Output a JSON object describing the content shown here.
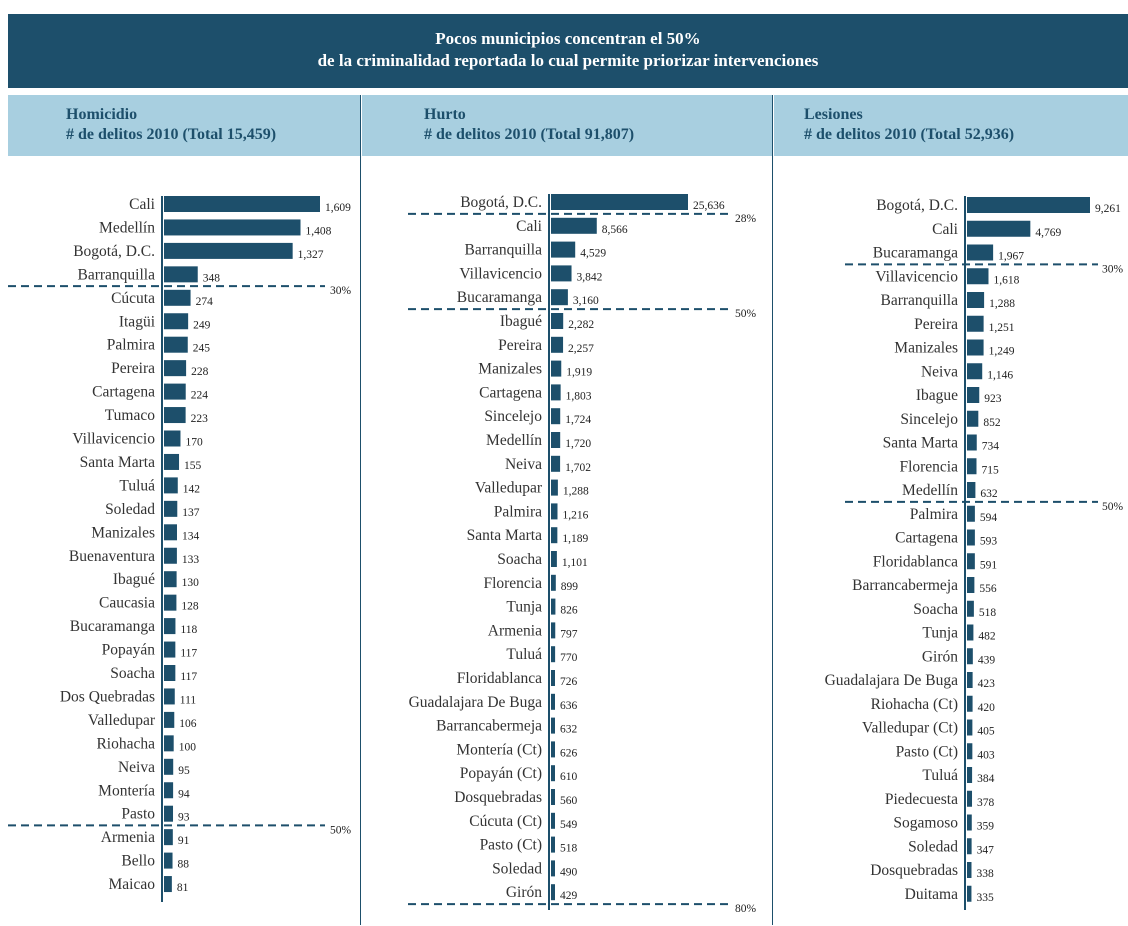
{
  "title_line1": "Pocos municipios concentran el 50%",
  "title_line2": "de la criminalidad reportada lo cual permite priorizar intervenciones",
  "colors": {
    "bar": "#1d4f6b",
    "header_bg": "#a8cfe0",
    "banner_bg": "#1d4f6b",
    "text": "#333333"
  },
  "chart_data": [
    {
      "type": "bar",
      "orientation": "horizontal",
      "title": "Homicidio",
      "subtitle": "# de delitos 2010 (Total 15,459)",
      "categories": [
        "Cali",
        "Medellín",
        "Bogotá, D.C.",
        "Barranquilla",
        "Cúcuta",
        "Itagüi",
        "Palmira",
        "Pereira",
        "Cartagena",
        "Tumaco",
        "Villavicencio",
        "Santa Marta",
        "Tuluá",
        "Soledad",
        "Manizales",
        "Buenaventura",
        "Ibagué",
        "Caucasia",
        "Bucaramanga",
        "Popayán",
        "Soacha",
        "Dos Quebradas",
        "Valledupar",
        "Riohacha",
        "Neiva",
        "Montería",
        "Pasto",
        "Armenia",
        "Bello",
        "Maicao"
      ],
      "values": [
        1609,
        1408,
        1327,
        348,
        274,
        249,
        245,
        228,
        224,
        223,
        170,
        155,
        142,
        137,
        134,
        133,
        130,
        128,
        118,
        117,
        117,
        111,
        106,
        100,
        95,
        94,
        93,
        91,
        88,
        81
      ],
      "value_labels": [
        "1,609",
        "1,408",
        "1,327",
        "348",
        "274",
        "249",
        "245",
        "228",
        "224",
        "223",
        "170",
        "155",
        "142",
        "137",
        "134",
        "133",
        "130",
        "128",
        "118",
        "117",
        "117",
        "111",
        "106",
        "100",
        "95",
        "94",
        "93",
        "91",
        "88",
        "81"
      ],
      "thresholds": [
        {
          "after_index": 3,
          "label": "30%"
        },
        {
          "after_index": 26,
          "label": "50%"
        }
      ]
    },
    {
      "type": "bar",
      "orientation": "horizontal",
      "title": "Hurto",
      "subtitle": "# de delitos 2010 (Total 91,807)",
      "categories": [
        "Bogotá, D.C.",
        "Cali",
        "Barranquilla",
        "Villavicencio",
        "Bucaramanga",
        "Ibagué",
        "Pereira",
        "Manizales",
        "Cartagena",
        "Sincelejo",
        "Medellín",
        "Neiva",
        "Valledupar",
        "Palmira",
        "Santa Marta",
        "Soacha",
        "Florencia",
        "Tunja",
        "Armenia",
        "Tuluá",
        "Floridablanca",
        "Guadalajara De Buga",
        "Barrancabermeja",
        "Montería (Ct)",
        "Popayán (Ct)",
        "Dosquebradas",
        "Cúcuta (Ct)",
        "Pasto (Ct)",
        "Soledad",
        "Girón"
      ],
      "values": [
        25636,
        8566,
        4529,
        3842,
        3160,
        2282,
        2257,
        1919,
        1803,
        1724,
        1720,
        1702,
        1288,
        1216,
        1189,
        1101,
        899,
        826,
        797,
        770,
        726,
        636,
        632,
        626,
        610,
        560,
        549,
        518,
        490,
        429
      ],
      "value_labels": [
        "25,636",
        "8,566",
        "4,529",
        "3,842",
        "3,160",
        "2,282",
        "2,257",
        "1,919",
        "1,803",
        "1,724",
        "1,720",
        "1,702",
        "1,288",
        "1,216",
        "1,189",
        "1,101",
        "899",
        "826",
        "797",
        "770",
        "726",
        "636",
        "632",
        "626",
        "610",
        "560",
        "549",
        "518",
        "490",
        "429"
      ],
      "thresholds": [
        {
          "after_index": 0,
          "label": "28%"
        },
        {
          "after_index": 4,
          "label": "50%"
        },
        {
          "after_index": 29,
          "label": "80%"
        }
      ]
    },
    {
      "type": "bar",
      "orientation": "horizontal",
      "title": "Lesiones",
      "subtitle": "# de delitos 2010 (Total 52,936)",
      "categories": [
        "Bogotá, D.C.",
        "Cali",
        "Bucaramanga",
        "Villavicencio",
        "Barranquilla",
        "Pereira",
        "Manizales",
        "Neiva",
        "Ibague",
        "Sincelejo",
        "Santa Marta",
        "Florencia",
        "Medellín",
        "Palmira",
        "Cartagena",
        "Floridablanca",
        "Barrancabermeja",
        "Soacha",
        "Tunja",
        "Girón",
        "Guadalajara De Buga",
        "Riohacha (Ct)",
        "Valledupar (Ct)",
        "Pasto (Ct)",
        "Tuluá",
        "Piedecuesta",
        "Sogamoso",
        "Soledad",
        "Dosquebradas",
        "Duitama"
      ],
      "values": [
        9261,
        4769,
        1967,
        1618,
        1288,
        1251,
        1249,
        1146,
        923,
        852,
        734,
        715,
        632,
        594,
        593,
        591,
        556,
        518,
        482,
        439,
        423,
        420,
        405,
        403,
        384,
        378,
        359,
        347,
        338,
        335
      ],
      "value_labels": [
        "9,261",
        "4,769",
        "1,967",
        "1,618",
        "1,288",
        "1,251",
        "1,249",
        "1,146",
        "923",
        "852",
        "734",
        "715",
        "632",
        "594",
        "593",
        "591",
        "556",
        "518",
        "482",
        "439",
        "423",
        "420",
        "405",
        "403",
        "384",
        "378",
        "359",
        "347",
        "338",
        "335"
      ],
      "thresholds": [
        {
          "after_index": 2,
          "label": "30%"
        },
        {
          "after_index": 12,
          "label": "50%"
        }
      ]
    }
  ]
}
